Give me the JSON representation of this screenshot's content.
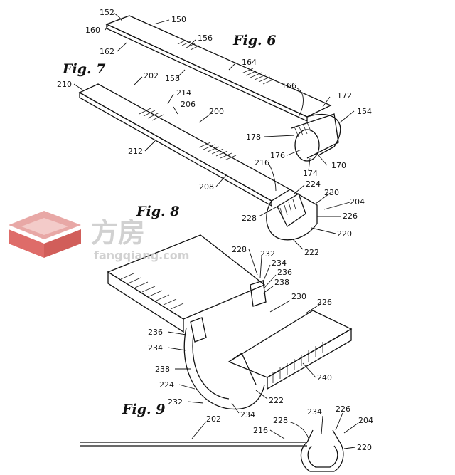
{
  "figures": {
    "fig6": "Fig. 6",
    "fig7": "Fig. 7",
    "fig8": "Fig. 8",
    "fig9": "Fig. 9"
  },
  "labels": {
    "r150": "150",
    "r152": "152",
    "r154": "154",
    "r156": "156",
    "r158": "158",
    "r160": "160",
    "r162": "162",
    "r164": "164",
    "r166": "166",
    "r170": "170",
    "r172": "172",
    "r174": "174",
    "r176": "176",
    "r178": "178",
    "r200": "200",
    "r202": "202",
    "r204": "204",
    "r206": "206",
    "r208": "208",
    "r210": "210",
    "r212": "212",
    "r214": "214",
    "r216": "216",
    "r220": "220",
    "r222": "222",
    "r224": "224",
    "r226": "226",
    "r228": "228",
    "r230": "230",
    "r232": "232",
    "r234": "234",
    "r236": "236",
    "r238": "238",
    "r240": "240"
  },
  "watermark": {
    "brand": "方房",
    "url": "fangqiang.com",
    "colors": {
      "logo": "#d9534f",
      "text": "#c9c9c9"
    }
  }
}
